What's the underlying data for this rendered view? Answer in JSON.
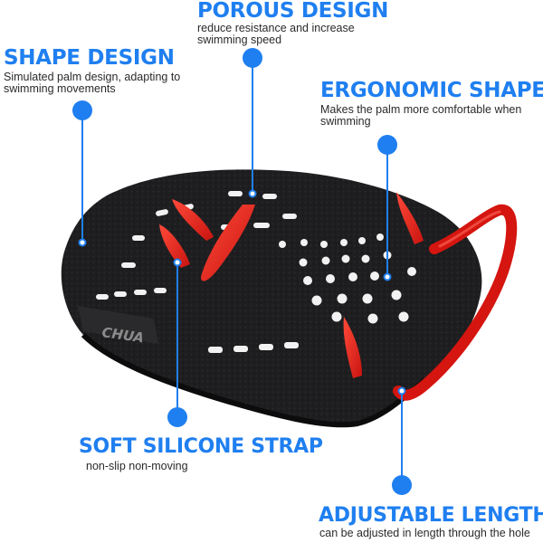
{
  "colors": {
    "accent": "#1f7ff0",
    "product_body": "#1d1d1f",
    "finger_strap": "#e01f1f",
    "background": "#ffffff"
  },
  "callouts": {
    "porous": {
      "title": "POROUS DESIGN",
      "description": "reduce resistance and increase swimming speed"
    },
    "shape": {
      "title": "SHAPE DESIGN",
      "description": "Simulated palm design, adapting to swimming movements"
    },
    "ergonomic": {
      "title": "ERGONOMIC SHAPE",
      "description": "Makes the palm more comfortable when swimming"
    },
    "soft_strap": {
      "title": "SOFT SILICONE STRAP",
      "description": "non-slip non-moving"
    },
    "adjustable": {
      "title": "ADJUSTABLE LENGTH",
      "description": "can be adjusted in length through the hole"
    }
  },
  "product": {
    "brand_logo_text": "CHUA"
  }
}
